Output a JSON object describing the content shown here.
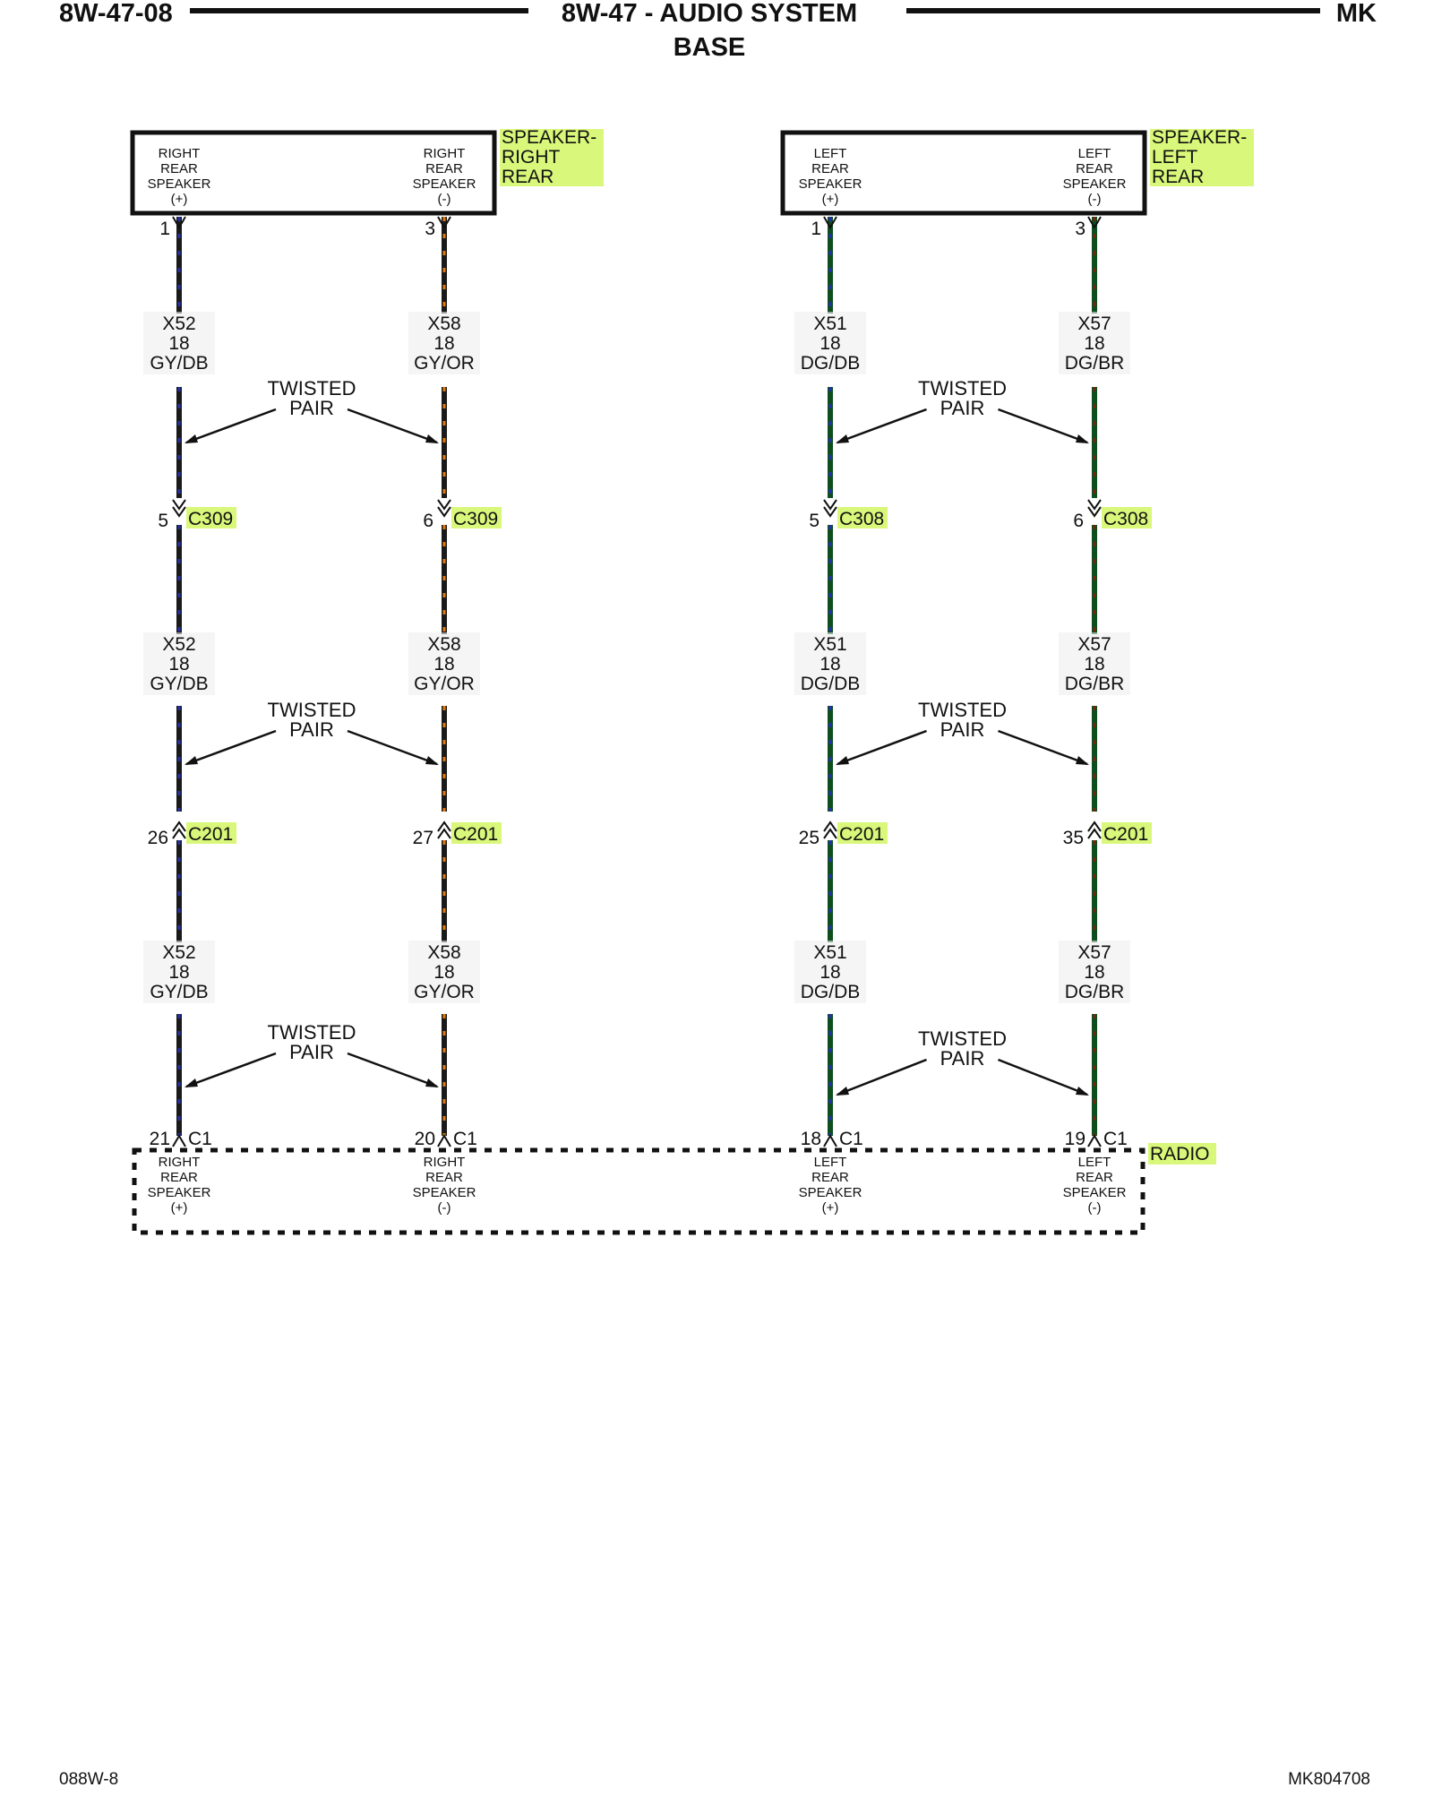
{
  "header": {
    "page_id": "8W-47-08",
    "title": "8W-47 - AUDIO SYSTEM",
    "subtitle": "BASE",
    "model": "MK"
  },
  "footer": {
    "left": "088W-8",
    "right": "MK804708"
  },
  "components": {
    "speaker_right": {
      "name": [
        "SPEAKER-",
        "RIGHT",
        "REAR"
      ],
      "pos_label": [
        "RIGHT",
        "REAR",
        "SPEAKER",
        "(+)"
      ],
      "neg_label": [
        "RIGHT",
        "REAR",
        "SPEAKER",
        "(-)"
      ]
    },
    "speaker_left": {
      "name": [
        "SPEAKER-",
        "LEFT",
        "REAR"
      ],
      "pos_label": [
        "LEFT",
        "REAR",
        "SPEAKER",
        "(+)"
      ],
      "neg_label": [
        "LEFT",
        "REAR",
        "SPEAKER",
        "(-)"
      ]
    },
    "radio": {
      "name": "RADIO",
      "labels": [
        [
          "RIGHT",
          "REAR",
          "SPEAKER",
          "(+)"
        ],
        [
          "RIGHT",
          "REAR",
          "SPEAKER",
          "(-)"
        ],
        [
          "LEFT",
          "REAR",
          "SPEAKER",
          "(+)"
        ],
        [
          "LEFT",
          "REAR",
          "SPEAKER",
          "(-)"
        ]
      ]
    }
  },
  "twisted_pair_label": [
    "TWISTED",
    "PAIR"
  ],
  "circuits": [
    {
      "circuit": "X52",
      "gauge": "18",
      "color_code": "GY/DB",
      "wire_base": "#1a1a1a",
      "wire_tracer": "#2233aa",
      "speaker_pin": "1",
      "inline_1": {
        "pin": "5",
        "connector": "C309"
      },
      "inline_2": {
        "pin": "26",
        "connector": "C201"
      },
      "radio_pin": {
        "pin": "21",
        "connector": "C1"
      }
    },
    {
      "circuit": "X58",
      "gauge": "18",
      "color_code": "GY/OR",
      "wire_base": "#1a1a1a",
      "wire_tracer": "#e07a10",
      "speaker_pin": "3",
      "inline_1": {
        "pin": "6",
        "connector": "C309"
      },
      "inline_2": {
        "pin": "27",
        "connector": "C201"
      },
      "radio_pin": {
        "pin": "20",
        "connector": "C1"
      }
    },
    {
      "circuit": "X51",
      "gauge": "18",
      "color_code": "DG/DB",
      "wire_base": "#0e4d1e",
      "wire_tracer": "#2233aa",
      "speaker_pin": "1",
      "inline_1": {
        "pin": "5",
        "connector": "C308"
      },
      "inline_2": {
        "pin": "25",
        "connector": "C201"
      },
      "radio_pin": {
        "pin": "18",
        "connector": "C1"
      }
    },
    {
      "circuit": "X57",
      "gauge": "18",
      "color_code": "DG/BR",
      "wire_base": "#0e4d1e",
      "wire_tracer": "#6b2a10",
      "speaker_pin": "3",
      "inline_1": {
        "pin": "6",
        "connector": "C308"
      },
      "inline_2": {
        "pin": "35",
        "connector": "C201"
      },
      "radio_pin": {
        "pin": "19",
        "connector": "C1"
      }
    }
  ],
  "colors": {
    "highlight": "#d9f77a",
    "line": "#111111"
  }
}
